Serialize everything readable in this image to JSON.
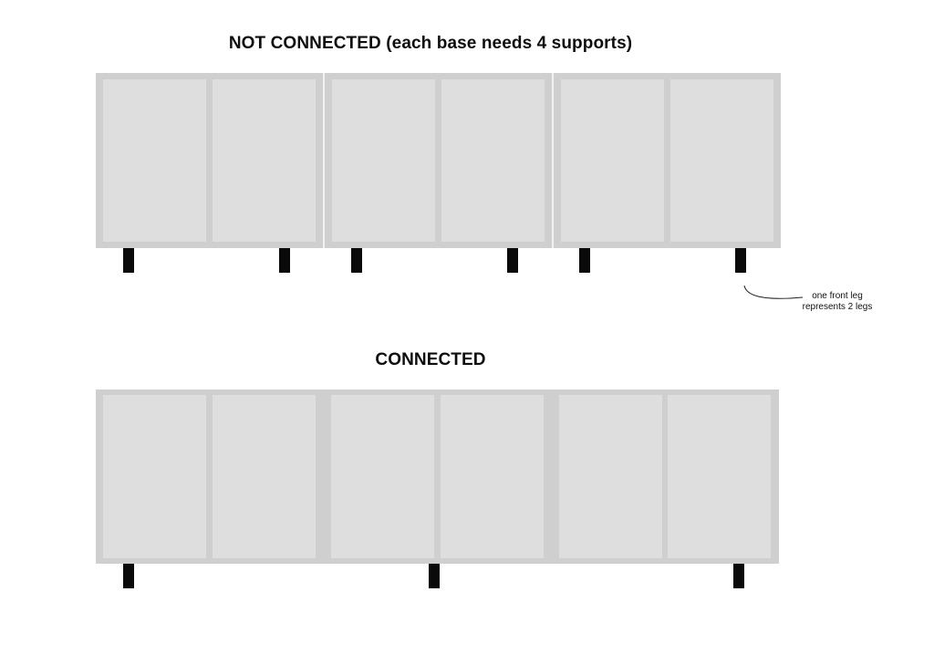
{
  "diagram": {
    "not_connected": {
      "title": "NOT CONNECTED (each base needs 4 supports)",
      "base_count": 3,
      "doors_per_base": 2,
      "legs_per_base_shown": 2
    },
    "connected": {
      "title": "CONNECTED",
      "door_count": 6,
      "legs_shown": 3
    },
    "annotation": {
      "line1": "one front leg",
      "line2": "represents 2 legs"
    },
    "colors": {
      "frame": "#cfcfcf",
      "door": "#dedede",
      "leg": "#0a0a0a",
      "text": "#0e0e0e"
    }
  }
}
